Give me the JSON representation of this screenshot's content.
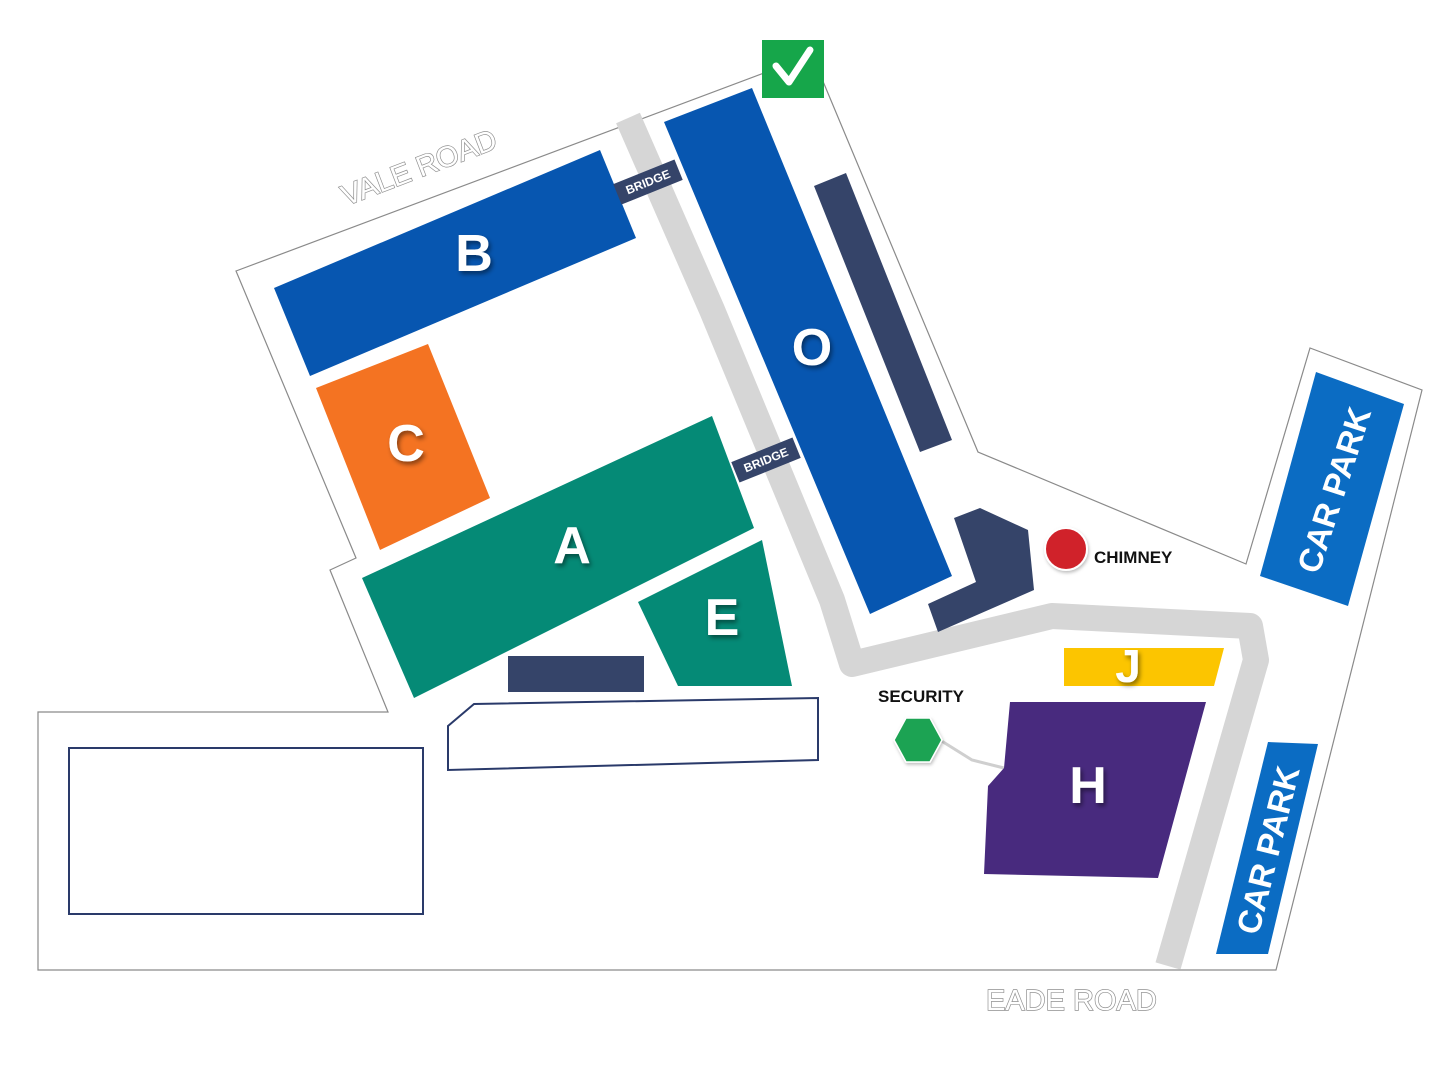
{
  "roads": {
    "vale_road": "VALE ROAD",
    "eade_road": "EADE ROAD"
  },
  "buildings": {
    "b": "B",
    "o": "O",
    "c": "C",
    "a": "A",
    "e": "E",
    "j": "J",
    "h": "H"
  },
  "bridges": {
    "north": "BRIDGE",
    "south": "BRIDGE"
  },
  "points_of_interest": {
    "chimney": "CHIMNEY",
    "security": "SECURITY"
  },
  "car_parks": {
    "east": "CAR PARK",
    "south_east": "CAR PARK"
  },
  "icons": {
    "entrance_marker": "checkmark-icon"
  },
  "colors": {
    "building_blue": "#0756b0",
    "building_orange": "#f47322",
    "building_teal": "#058a76",
    "building_purple": "#482a7e",
    "building_yellow": "#fcc500",
    "outbuilding_navy": "#354469",
    "car_park_blue": "#0b6cc3",
    "chimney_red": "#d0202b",
    "security_green": "#1ea352",
    "entrance_green": "#16a64a",
    "path_grey": "#d6d6d6",
    "boundary_grey": "#8a8a8a"
  }
}
